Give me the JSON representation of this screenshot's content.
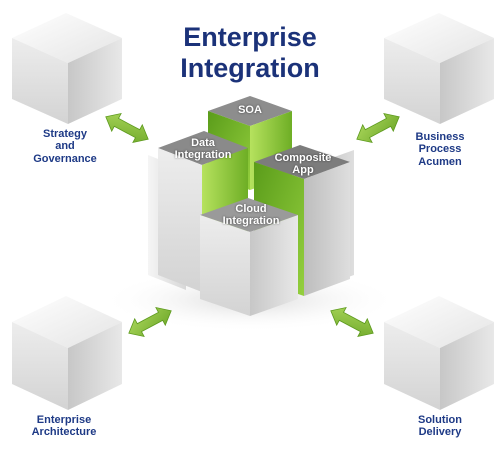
{
  "title": {
    "line1": "Enterprise",
    "line2": "Integration"
  },
  "nodes": {
    "strategy": {
      "lines": [
        "Strategy",
        "and",
        "Governance"
      ]
    },
    "business": {
      "lines": [
        "Business",
        "Process",
        "Acumen"
      ]
    },
    "architecture": {
      "lines": [
        "Enterprise",
        "Architecture"
      ]
    },
    "solution": {
      "lines": [
        "Solution",
        "Delivery"
      ]
    }
  },
  "center": {
    "soa": {
      "lines": [
        "SOA"
      ]
    },
    "data": {
      "lines": [
        "Data",
        "Integration"
      ]
    },
    "composite": {
      "lines": [
        "Composite",
        "App"
      ]
    },
    "cloud": {
      "lines": [
        "Cloud",
        "Integration"
      ]
    }
  },
  "colors": {
    "title": "#1b3279",
    "corner_label": "#1e3a86",
    "green_dark": "#4f8f14",
    "green_light": "#a7d84a",
    "arrow": "#8cc63f",
    "cube_gray": "#d9d9d9"
  }
}
